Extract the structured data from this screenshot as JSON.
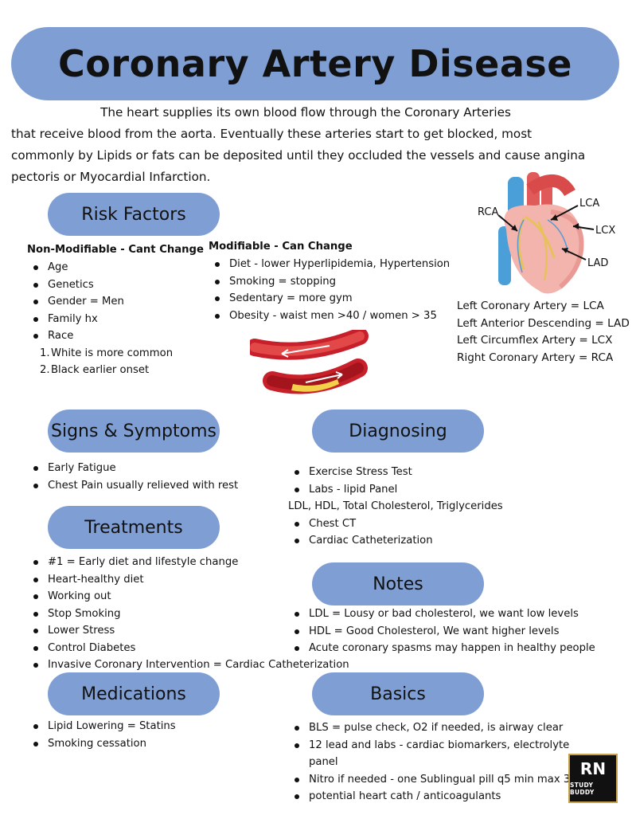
{
  "title": "Coronary Artery Disease",
  "intro": {
    "line1": "The heart supplies its own blood flow through the Coronary Arteries",
    "line2": "that receive blood from the aorta.  Eventually these arteries start to get blocked, most",
    "line3": "commonly by Lipids or fats can be deposited until they occluded the vessels and cause angina",
    "line4": "pectoris or Myocardial Infarction."
  },
  "risk_factors": {
    "title": "Risk Factors",
    "non_modifiable": {
      "heading": "Non-Modifiable - Cant Change",
      "items": [
        "Age",
        "Genetics",
        "Gender = Men",
        "Family hx",
        "Race"
      ],
      "race_sub": [
        {
          "num": "1.",
          "text": "White is more common"
        },
        {
          "num": "2.",
          "text": "Black earlier onset"
        }
      ]
    },
    "modifiable": {
      "heading": "Modifiable - Can Change",
      "items": [
        "Diet - lower Hyperlipidemia, Hypertension",
        "Smoking = stopping",
        "Sedentary = more gym",
        "Obesity - waist men >40 / women > 35"
      ]
    }
  },
  "heart_labels": {
    "rca": "RCA",
    "lca": "LCA",
    "lcx": "LCX",
    "lad": "LAD"
  },
  "abbreviations": [
    "Left Coronary Artery = LCA",
    "Left Anterior Descending = LAD",
    "Left Circumflex Artery = LCX",
    "Right Coronary Artery = RCA"
  ],
  "signs": {
    "title": "Signs & Symptoms",
    "items": [
      "Early Fatigue",
      "Chest Pain usually relieved with rest"
    ]
  },
  "diagnosing": {
    "title": "Diagnosing",
    "items_a": [
      "Exercise Stress Test",
      "Labs - lipid Panel"
    ],
    "plain": "LDL, HDL, Total Cholesterol, Triglycerides",
    "items_b": [
      "Chest CT",
      "Cardiac Catheterization"
    ]
  },
  "treatments": {
    "title": "Treatments",
    "items": [
      "#1 = Early diet and lifestyle change",
      "Heart-healthy diet",
      "Working out",
      "Stop Smoking",
      "Lower Stress",
      "Control Diabetes",
      "Invasive Coronary Intervention = Cardiac Catheterization"
    ]
  },
  "notes": {
    "title": "Notes",
    "items": [
      "LDL = Lousy or bad cholesterol, we want low levels",
      "HDL = Good Cholesterol, We want higher levels",
      "Acute coronary spasms may happen in healthy people"
    ]
  },
  "medications": {
    "title": "Medications",
    "items": [
      "Lipid Lowering = Statins",
      "Smoking cessation"
    ]
  },
  "basics": {
    "title": "Basics",
    "item1": "BLS = pulse check, O2 if needed, is airway clear",
    "item2a": "12 lead and labs - cardiac biomarkers, electrolyte",
    "item2b": "panel",
    "item3": "Nitro if needed - one Sublingual pill q5 min max 3",
    "item4": "potential heart cath / anticoagulants"
  },
  "logo": {
    "rn": "RN",
    "sub": "STUDY BUDDY"
  },
  "colors": {
    "pill": "#7f9fd4",
    "artery_red": "#c8202a",
    "plaque": "#f2d04a"
  }
}
